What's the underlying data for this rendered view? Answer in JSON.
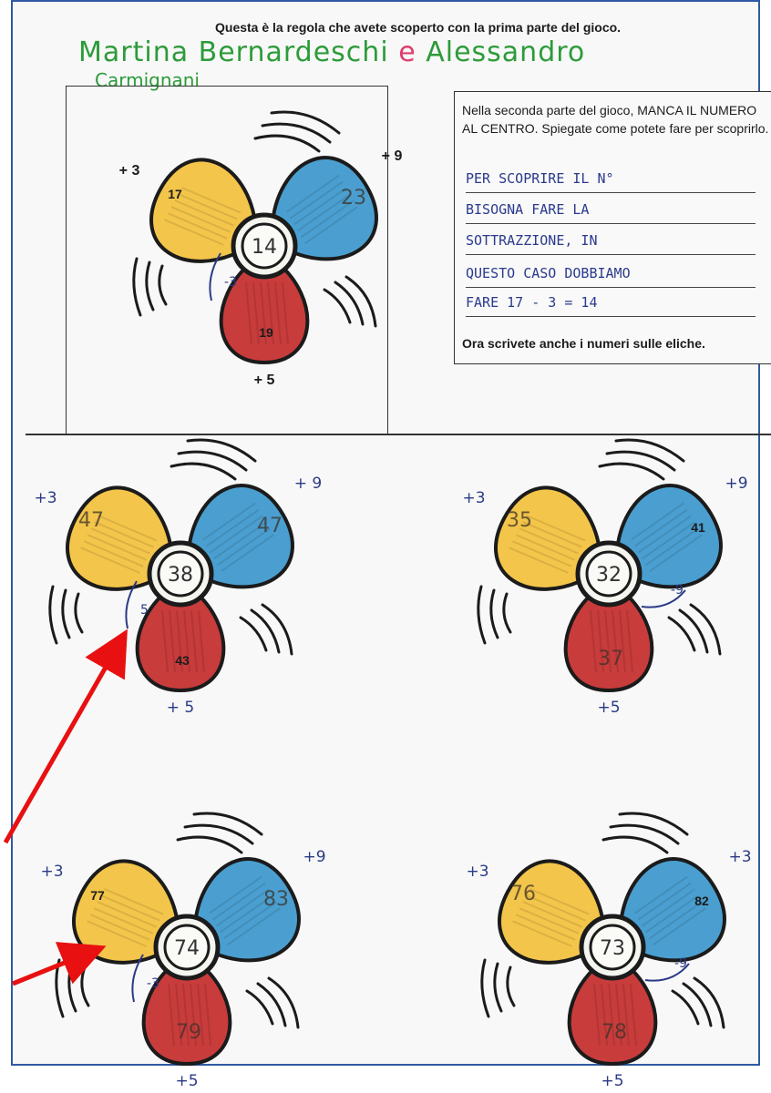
{
  "heading": "Questa è la regola che avete scoperto con la prima parte del gioco.",
  "names": {
    "line1_a": "Martina Bernardeschi",
    "and": "e",
    "line1_b": "Alessandro",
    "line2": "Carmignani"
  },
  "instruction": {
    "text": "Nella seconda parte del gioco, MANCA IL NUMERO AL CENTRO. Spiegate come potete fare per scoprirlo.",
    "answer_lines": [
      "PER SCOPRIRE IL N°",
      "BISOGNA FARE LA",
      "SOTTRAZZIONE, IN",
      "QUESTO CASO DOBBIAMO",
      "FARE 17 - 3 = 14"
    ],
    "final": "Ora scrivete anche i numeri sulle eliche."
  },
  "colors": {
    "yellow": "#f3c54a",
    "blue": "#4a9fd0",
    "red": "#c83c3c",
    "ink": "#2b3a86",
    "names_green": "#2d9b3a",
    "names_pink": "#e03c6c",
    "pointer_red": "#e81010",
    "border_blue": "#2f5aa3"
  },
  "fans": [
    {
      "id": "example",
      "yellow": "17",
      "blue": "23",
      "red": "19",
      "center": "14",
      "label_yellow": "+ 3",
      "label_blue": "+ 9",
      "label_red": "+ 5",
      "arrow_note": "-3"
    },
    {
      "id": "fan-1",
      "yellow": "47",
      "blue": "47",
      "red": "43",
      "center": "38",
      "label_yellow": "+3",
      "label_blue": "+ 9",
      "label_red": "+ 5",
      "arrow_note": "5"
    },
    {
      "id": "fan-2",
      "yellow": "35",
      "blue": "41",
      "red": "37",
      "center": "32",
      "label_yellow": "+3",
      "label_blue": "+9",
      "label_red": "+5",
      "arrow_note": "-9"
    },
    {
      "id": "fan-3",
      "yellow": "77",
      "blue": "83",
      "red": "79",
      "center": "74",
      "label_yellow": "+3",
      "label_blue": "+9",
      "label_red": "+5",
      "arrow_note": "-3"
    },
    {
      "id": "fan-4",
      "yellow": "76",
      "blue": "82",
      "red": "78",
      "center": "73",
      "label_yellow": "+3",
      "label_blue": "+3",
      "label_red": "+5",
      "arrow_note": "-9"
    }
  ]
}
